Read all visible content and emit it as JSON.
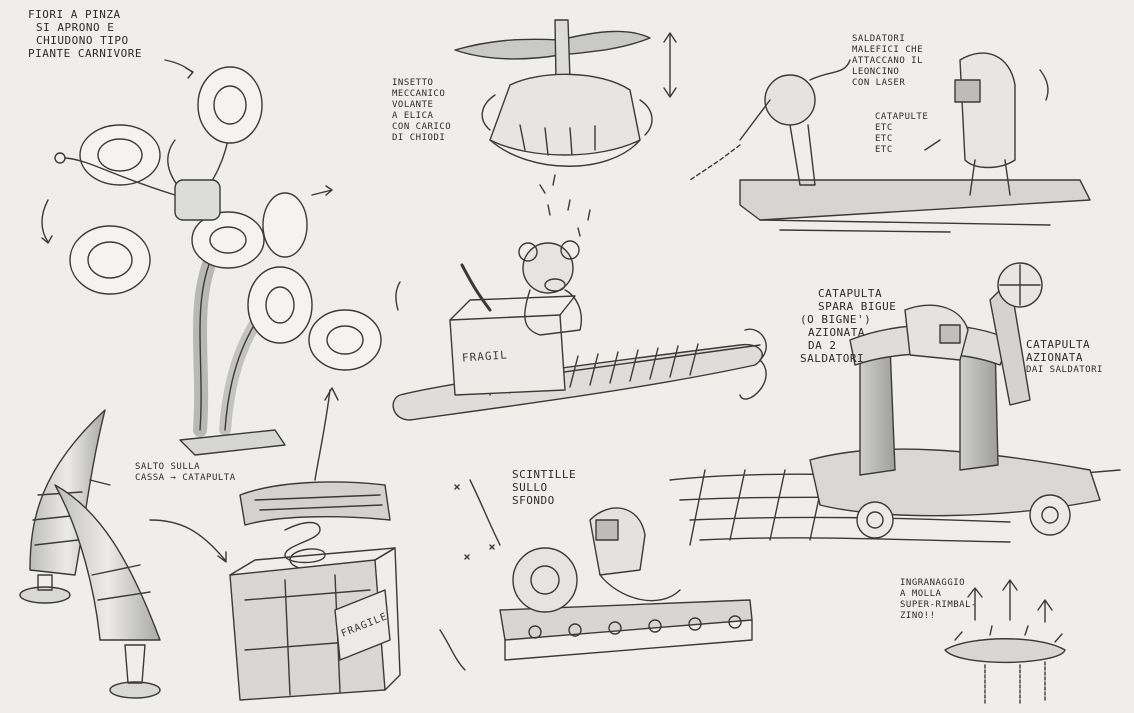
{
  "notes": {
    "flowers": [
      "FIORI A PINZA",
      "SI APRONO E",
      "CHIUDONO TIPO",
      "PIANTE CARNIVORE"
    ],
    "insect": [
      "INSETTO",
      "MECCANICO",
      "VOLANTE",
      "A ELICA",
      "CON CARICO",
      "DI CHIODI"
    ],
    "welders": [
      "SALDATORI",
      "MALEFICI CHE",
      "ATTACCANO IL",
      "LEONCINO",
      "CON LASER"
    ],
    "welders_extra": [
      "CATAPULTE",
      "ETC",
      "ETC",
      "ETC"
    ],
    "catapult": [
      "CATAPULTA",
      "SPARA BIGUE",
      "(O BIGNE')",
      "AZIONATA",
      "DA 2",
      "SALDATORI"
    ],
    "catapult2": [
      "CATAPULTA",
      "AZIONATA",
      "DAI SALDATORI"
    ],
    "jump": [
      "SALTO SULLA",
      "CASSA → CATAPULTA"
    ],
    "sparks": [
      "SCINTILLE",
      "SULLO",
      "SFONDO"
    ],
    "gear": [
      "INGRANAGGIO",
      "A MOLLA",
      "SUPER-RIMBAL-",
      "ZINO!!"
    ]
  },
  "labels": {
    "box_fragil": "FRAGIL",
    "crate_fragile": "FRAGILE"
  },
  "colors": {
    "paper": "#efeeea",
    "pencil": "#3a3a3a",
    "shade": "#9a9a98"
  }
}
